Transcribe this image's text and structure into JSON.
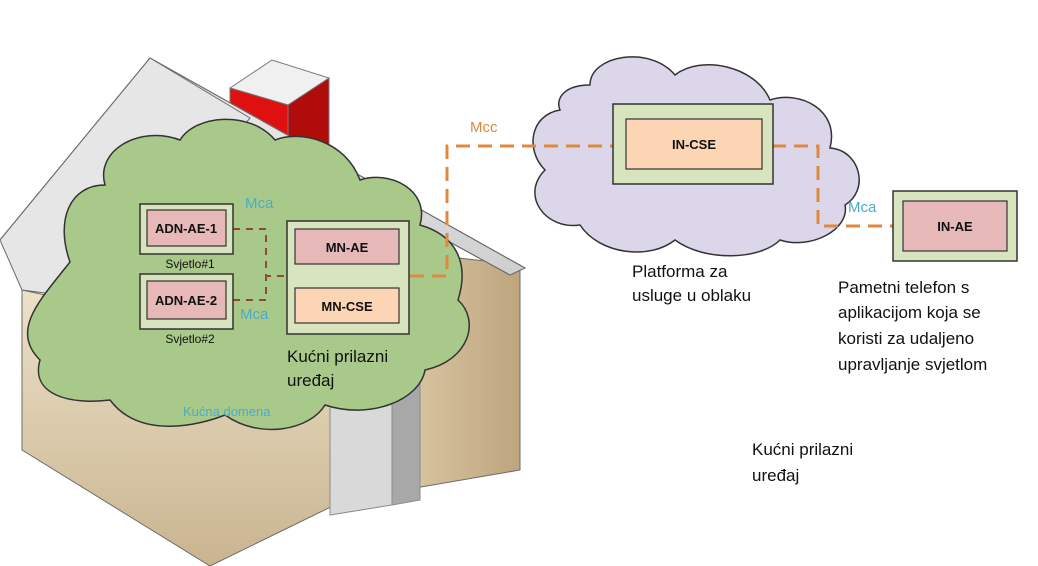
{
  "colors": {
    "cloud_green": "#a9c98b",
    "cloud_purple": "#dcd6ea",
    "interface_line": "#e0893e",
    "label_blue": "#4bacc6",
    "box_pink": "#e6b9b8",
    "box_peach": "#fcd5b4",
    "frame_fill": "#d7e4bd",
    "chimney_red": "#e01010"
  },
  "labels": {
    "mca_home_top": "Mca",
    "mca_home_bottom": "Mca",
    "mcc": "Mcc",
    "mca_phone": "Mca",
    "home_domain": "Kućna domena"
  },
  "nodes": {
    "adn_ae_1": "ADN-AE-1",
    "adn_ae_2": "ADN-AE-2",
    "mn_ae": "MN-AE",
    "mn_cse": "MN-CSE",
    "in_cse": "IN-CSE",
    "in_ae": "IN-AE"
  },
  "captions": {
    "light1": "Svjetlo#1",
    "light2": "Svjetlo#2",
    "gateway_line1": "Kućni prilazni",
    "gateway_line2": "uređaj",
    "cloud_line1": "Platforma za",
    "cloud_line2": "usluge u oblaku",
    "phone_line1": "Pametni telefon s",
    "phone_line2": "aplikacijom koja se",
    "phone_line3": "koristi za udaljeno",
    "phone_line4": "upravljanje svjetlom",
    "extra_line1": "Kućni prilazni",
    "extra_line2": "uređaj"
  }
}
